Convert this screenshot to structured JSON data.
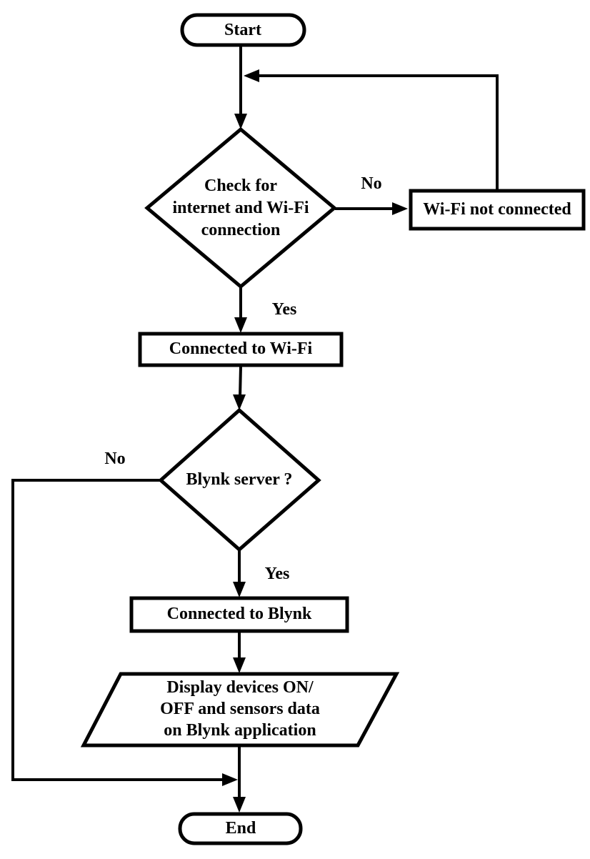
{
  "diagram": {
    "type": "flowchart",
    "colors": {
      "stroke": "#000000",
      "fill": "#ffffff",
      "text": "#000000"
    },
    "nodes": [
      {
        "id": "start",
        "shape": "terminator",
        "label": "Start"
      },
      {
        "id": "check_wifi",
        "shape": "decision",
        "label": "Check for\ninternet and Wi-Fi\nconnection"
      },
      {
        "id": "wifi_not_connected",
        "shape": "process",
        "label": "Wi-Fi not connected"
      },
      {
        "id": "connected_wifi",
        "shape": "process",
        "label": "Connected to Wi-Fi"
      },
      {
        "id": "blynk_server",
        "shape": "decision",
        "label": "Blynk server ?"
      },
      {
        "id": "connected_blynk",
        "shape": "process",
        "label": "Connected to Blynk"
      },
      {
        "id": "display_data",
        "shape": "input_output",
        "label": "Display devices ON/\nOFF and sensors data\non Blynk application"
      },
      {
        "id": "end",
        "shape": "terminator",
        "label": "End"
      }
    ],
    "edges": [
      {
        "from": "start",
        "to": "check_wifi",
        "label": ""
      },
      {
        "from": "check_wifi",
        "to": "wifi_not_connected",
        "label": "No"
      },
      {
        "from": "wifi_not_connected",
        "to": "check_wifi",
        "label": ""
      },
      {
        "from": "check_wifi",
        "to": "connected_wifi",
        "label": "Yes"
      },
      {
        "from": "connected_wifi",
        "to": "blynk_server",
        "label": ""
      },
      {
        "from": "blynk_server",
        "to": "end",
        "label": "No"
      },
      {
        "from": "blynk_server",
        "to": "connected_blynk",
        "label": "Yes"
      },
      {
        "from": "connected_blynk",
        "to": "display_data",
        "label": ""
      },
      {
        "from": "display_data",
        "to": "end",
        "label": ""
      }
    ]
  }
}
